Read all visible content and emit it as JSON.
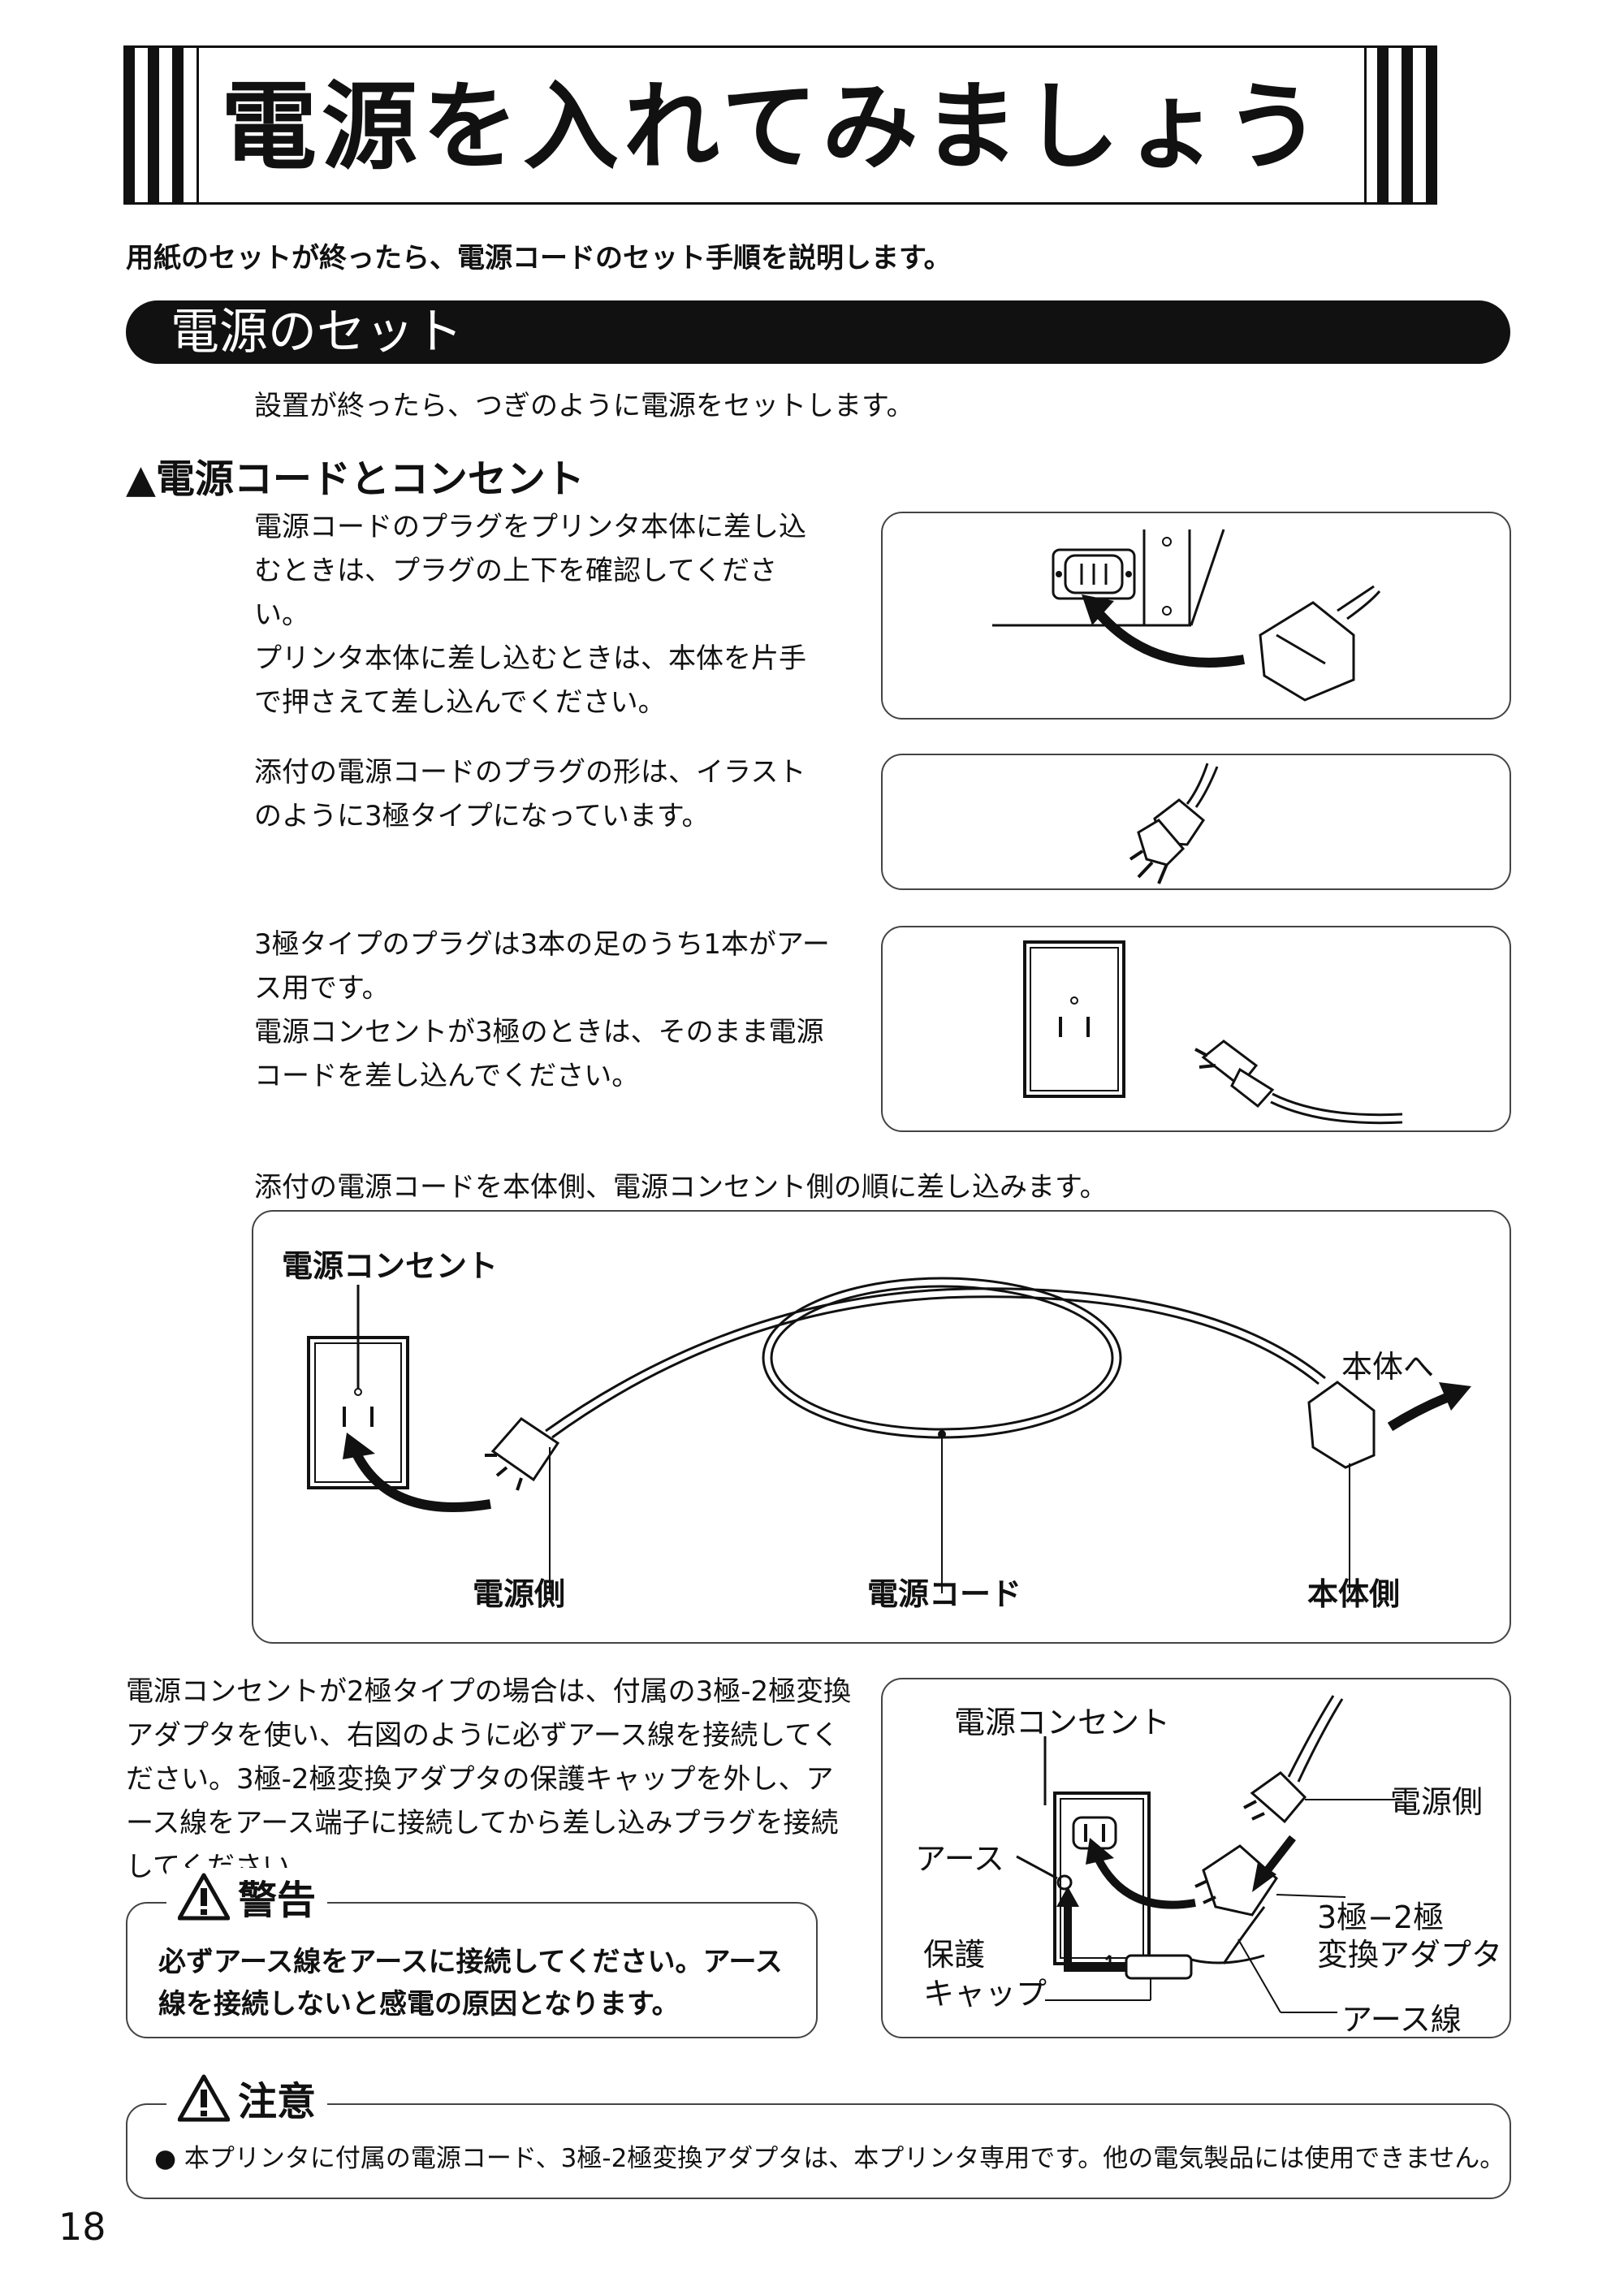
{
  "title": "電源を入れてみましょう",
  "intro": "用紙のセットが終ったら、電源コードのセット手順を説明します。",
  "section_title": "電源のセット",
  "section_lead": "設置が終ったら、つぎのように電源をセットします。",
  "subhead": "▲電源コードとコンセント",
  "para1": [
    "電源コードのプラグをプリンタ本体に差し込むときは、プラグの上下を確認してください。",
    "プリンタ本体に差し込むときは、本体を片手で押さえて差し込んでください。"
  ],
  "para2": "添付の電源コードのプラグの形は、イラストのように3極タイプになっています。",
  "para3": [
    "3極タイプのプラグは3本の足のうち1本がアース用です。",
    "電源コンセントが3極のときは、そのまま電源コードを差し込んでください。"
  ],
  "connect_lead": "添付の電源コードを本体側、電源コンセント側の順に差し込みます。",
  "fig4": {
    "outlet": "電源コンセント",
    "to_body": "本体へ",
    "power_side": "電源側",
    "cord": "電源コード",
    "body_side": "本体側"
  },
  "adapter_text": "電源コンセントが2極タイプの場合は、付属の3極-2極変換アダプタを使い、右図のように必ずアース線を接続してください。3極-2極変換アダプタの保護キャップを外し、アース線をアース端子に接続してから差し込みプラグを接続してください。",
  "fig5": {
    "outlet": "電源コンセント",
    "earth": "アース",
    "cap1": "保護",
    "cap2": "キャップ",
    "power_side": "電源側",
    "adapter1": "3極−2極",
    "adapter2": "変換アダプタ",
    "earth_wire": "アース線"
  },
  "warning": {
    "title": "警告",
    "text": "必ずアース線をアースに接続してください。アース線を接続しないと感電の原因となります。"
  },
  "caution": {
    "title": "注意",
    "text": "● 本プリンタに付属の電源コード、3極-2極変換アダプタは、本プリンタ専用です。他の電気製品には使用できません。"
  },
  "page_number": "18"
}
